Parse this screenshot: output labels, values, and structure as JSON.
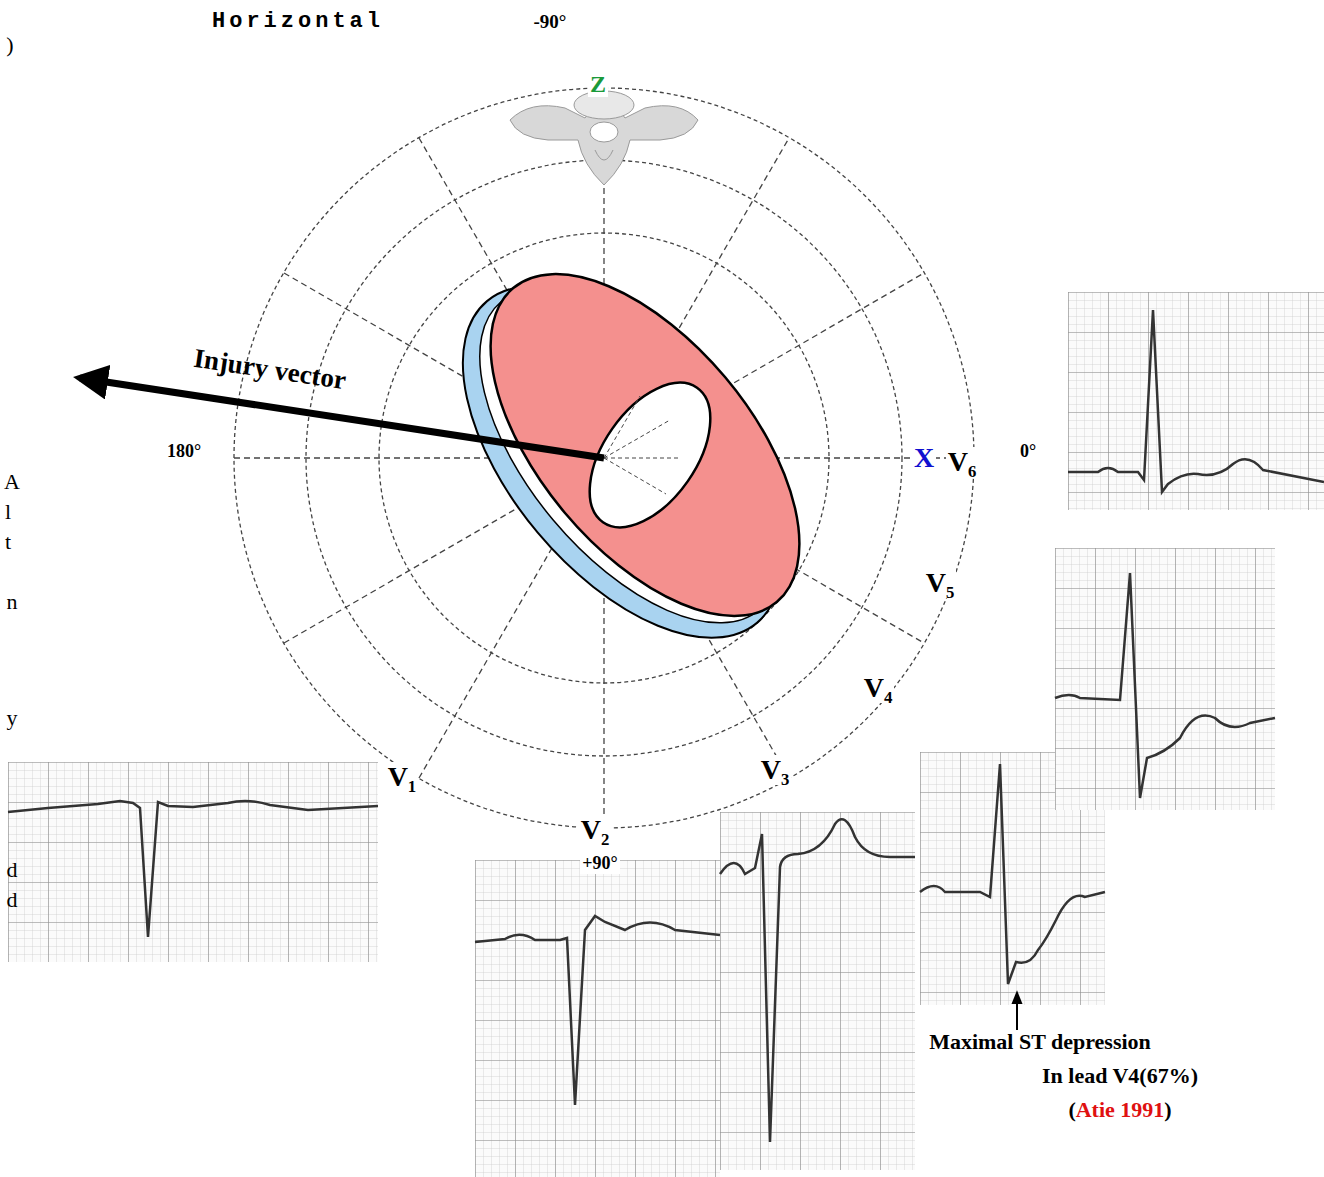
{
  "diagram": {
    "title": "Horizontal",
    "labels": [
      "-90°",
      "Z",
      "Injury vector",
      "180°",
      "X",
      "V₆",
      "0°",
      "V₅",
      "V₄",
      "V₃",
      "V₁",
      "V₂",
      "+90°",
      "Maximal ST depression",
      "In lead V4(67%)",
      "(",
      "Atie 1991",
      ")",
      ")",
      "A",
      "l",
      "t",
      "n",
      "y",
      "d",
      "d"
    ]
  }
}
